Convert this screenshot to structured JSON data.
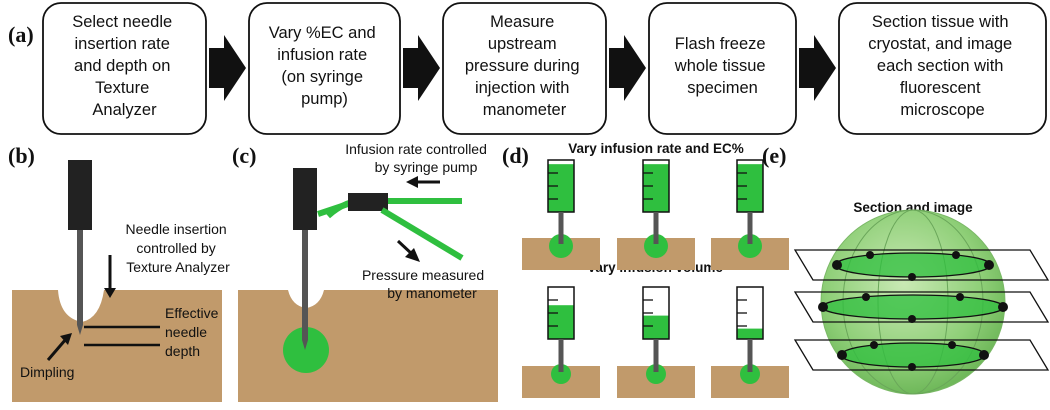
{
  "panels": [
    "(a)",
    "(b)",
    "(c)",
    "(d)",
    "(e)"
  ],
  "steps": [
    [
      "Select needle",
      "insertion rate",
      "and depth on",
      "Texture",
      "Analyzer"
    ],
    [
      "Vary %EC and",
      "infusion rate",
      "(on syringe",
      "pump)"
    ],
    [
      "Measure",
      "upstream",
      "pressure during",
      "injection with",
      "manometer"
    ],
    [
      "Flash freeze",
      "whole tissue",
      "specimen"
    ],
    [
      "Section tissue with",
      "cryostat, and image",
      "each section with",
      "fluorescent",
      "microscope"
    ]
  ],
  "panel_b": {
    "needle_insertion": [
      "Needle insertion",
      "controlled by",
      "Texture Analyzer"
    ],
    "effective_depth": [
      "Effective",
      "needle",
      "depth"
    ],
    "dimpling": "Dimpling"
  },
  "panel_c": {
    "infusion_rate": [
      "Infusion rate controlled",
      "by syringe pump"
    ],
    "pressure": [
      "Pressure measured",
      "by manometer"
    ]
  },
  "panel_d": {
    "title_top": "Vary infusion rate and EC%",
    "title_bottom": "Vary infusion volume",
    "top_fill_levels": [
      0.92,
      0.92,
      0.92
    ],
    "bottom_fill_levels": [
      0.65,
      0.45,
      0.2
    ]
  },
  "panel_e": {
    "title": "Section and image"
  },
  "colors": {
    "tissue": "#c19a6b",
    "green": "#2fbf3f",
    "needle": "#555555",
    "holder": "#222222"
  }
}
